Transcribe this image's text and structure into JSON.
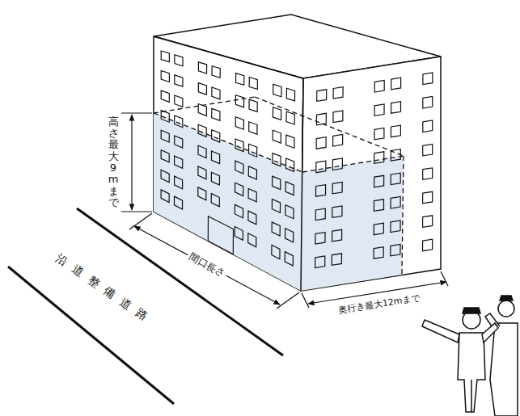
{
  "diagram": {
    "labels": [
      "高さ最大9mまで",
      "間口長さ",
      "奥行き最大12mまで",
      "沿道整備道路"
    ]
  }
}
